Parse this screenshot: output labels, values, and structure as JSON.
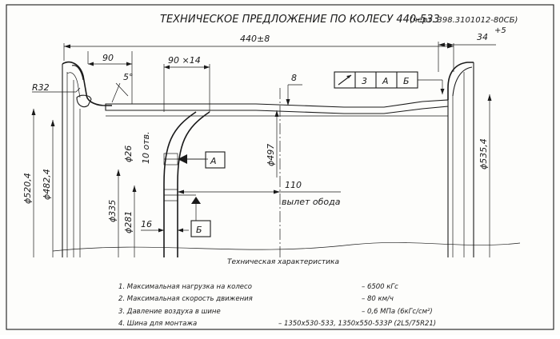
{
  "title": "ТЕХНИЧЕСКОЕ ПРЕДЛОЖЕНИЕ ПО КОЛЕСУ 440-533",
  "drawing_ref": "(черт. 398.3101012-80СБ)",
  "dimensions": {
    "overall_width": "440±8",
    "flange_width": "34",
    "flange_width_tol": "+5",
    "left_offset": "90",
    "holes": "90 ×14",
    "radius": "R32",
    "angle": "5°",
    "thickness": "8",
    "d_520": "ϕ520,4",
    "d_482": "ϕ482,4",
    "d_26": "ϕ26",
    "holes_count": "10 отв.",
    "d_335": "ϕ335",
    "d_281": "ϕ281",
    "d_497": "ϕ497",
    "d_535": "ϕ535,4",
    "offset_value": "110",
    "offset_label": "вылет обода",
    "dim_16": "16"
  },
  "tolerance_frame": {
    "symbol": "↗",
    "value": "3",
    "base_a": "А",
    "base_b": "Б"
  },
  "datum_a": "А",
  "datum_b": "Б",
  "spec_title": "Техническая характеристика",
  "specs": [
    {
      "label": "1. Максимальная нагрузка на колесо",
      "value": "– 6500 кГс"
    },
    {
      "label": "2. Максимальная скорость движения",
      "value": "– 80 км/ч"
    },
    {
      "label": "3. Давление воздуха в шине",
      "value": "– 0,6 МПа (6кГс/см²)"
    },
    {
      "label": "4. Шина для монтажа",
      "value": "– 1350х530-533, 1350х550-533Р (2L5/75R21)"
    }
  ]
}
